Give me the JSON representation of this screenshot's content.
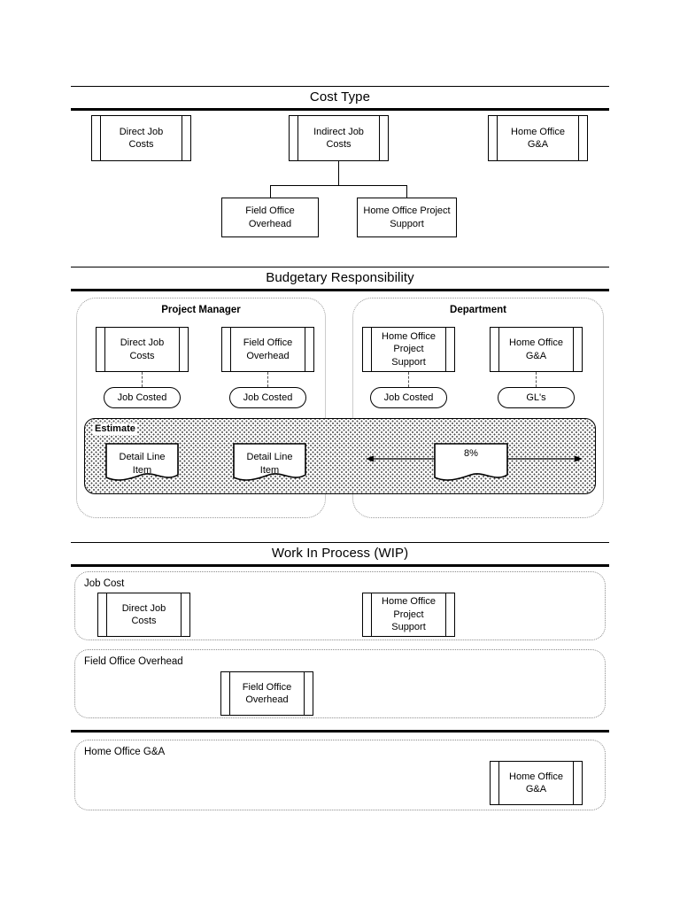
{
  "sections": [
    {
      "id": "cost_type",
      "title": "Cost Type"
    },
    {
      "id": "budgetary",
      "title": "Budgetary Responsibility"
    },
    {
      "id": "wip",
      "title": "Work In Process (WIP)"
    }
  ],
  "cost_type": {
    "title": "Cost Type",
    "top_boxes": [
      {
        "label": "Direct Job\nCosts",
        "name": "direct-job-costs"
      },
      {
        "label": "Indirect Job\nCosts",
        "name": "indirect-job-costs"
      },
      {
        "label": "Home Office\nG&A",
        "name": "home-office-ga"
      }
    ],
    "child_boxes": [
      {
        "label": "Field Office\nOverhead",
        "name": "field-office-overhead"
      },
      {
        "label": "Home Office Project\nSupport",
        "name": "home-office-project-support"
      }
    ]
  },
  "budgetary": {
    "title": "Budgetary Responsibility",
    "groups": [
      {
        "name": "project-manager",
        "title": "Project Manager",
        "items": [
          {
            "box": "Direct Job\nCosts",
            "oval": "Job Costed",
            "box_name": "direct-job-costs",
            "oval_name": "job-costed"
          },
          {
            "box": "Field Office\nOverhead",
            "oval": "Job Costed",
            "box_name": "field-office-overhead",
            "oval_name": "job-costed"
          }
        ]
      },
      {
        "name": "department",
        "title": "Department",
        "items": [
          {
            "box": "Home Office\nProject\nSupport",
            "oval": "Job Costed",
            "box_name": "home-office-project-support",
            "oval_name": "job-costed"
          },
          {
            "box": "Home Office\nG&A",
            "oval": "GL's",
            "box_name": "home-office-ga",
            "oval_name": "gls"
          }
        ]
      }
    ],
    "estimate": {
      "title": "Estimate",
      "documents": [
        {
          "label": "Detail Line\nItem",
          "name": "detail-line-item"
        },
        {
          "label": "Detail Line\nItem",
          "name": "detail-line-item"
        },
        {
          "label": "8%",
          "name": "percent-eight"
        }
      ]
    }
  },
  "wip": {
    "title": "Work In Process (WIP)",
    "panels": [
      {
        "name": "job-cost",
        "title": "Job Cost",
        "boxes": [
          {
            "label": "Direct Job\nCosts",
            "name": "direct-job-costs"
          },
          {
            "label": "Home Office\nProject\nSupport",
            "name": "home-office-project-support"
          }
        ]
      },
      {
        "name": "field-office-overhead",
        "title": "Field Office Overhead",
        "boxes": [
          {
            "label": "Field Office\nOverhead",
            "name": "field-office-overhead"
          }
        ]
      },
      {
        "name": "home-office-ga",
        "title": "Home Office G&A",
        "boxes": [
          {
            "label": "Home Office\nG&A",
            "name": "home-office-ga"
          }
        ]
      }
    ]
  },
  "colors": {
    "line": "#000000",
    "dotted": "#9a9a9a",
    "stipple": "#4a4a4a",
    "background": "#ffffff"
  }
}
